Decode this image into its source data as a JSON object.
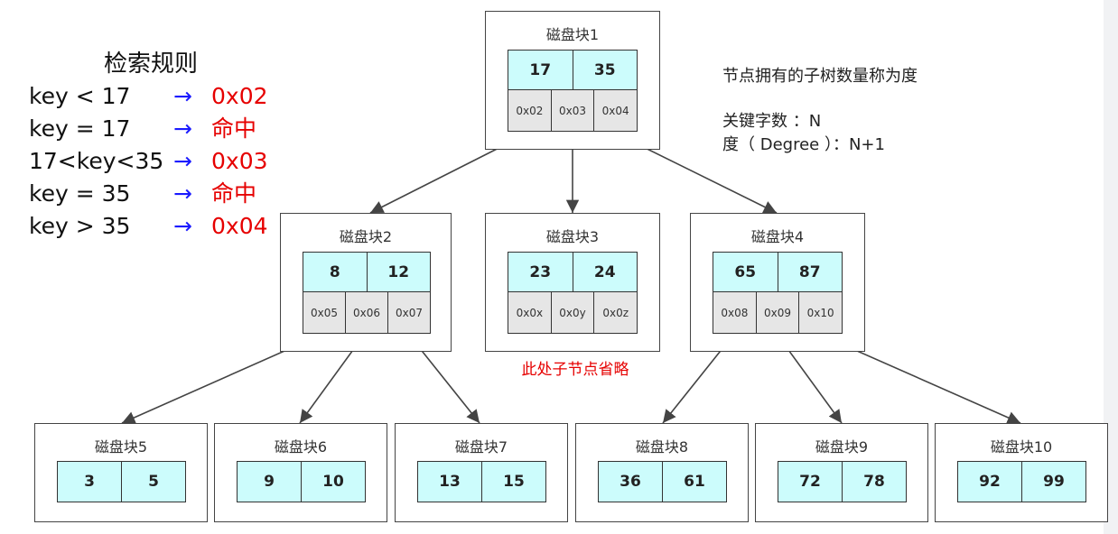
{
  "rules": {
    "title": "检索规则",
    "items": [
      {
        "cond": "key < 17",
        "arrow": "→",
        "result": "0x02"
      },
      {
        "cond": "key = 17",
        "arrow": "→",
        "result": "命中"
      },
      {
        "cond": "17<key<35",
        "arrow": "→",
        "result": "0x03"
      },
      {
        "cond": "key = 35",
        "arrow": "→",
        "result": "命中"
      },
      {
        "cond": "key > 35",
        "arrow": "→",
        "result": "0x04"
      }
    ]
  },
  "info": {
    "line1": "节点拥有的子树数量称为度",
    "line2": "关键字数 ：N",
    "line3": "度（ Degree ）：N+1"
  },
  "blocks": {
    "b1": {
      "title": "磁盘块1",
      "keys": [
        "17",
        "35"
      ],
      "ptrs": [
        "0x02",
        "0x03",
        "0x04"
      ]
    },
    "b2": {
      "title": "磁盘块2",
      "keys": [
        "8",
        "12"
      ],
      "ptrs": [
        "0x05",
        "0x06",
        "0x07"
      ]
    },
    "b3": {
      "title": "磁盘块3",
      "keys": [
        "23",
        "24"
      ],
      "ptrs": [
        "0x0x",
        "0x0y",
        "0x0z"
      ]
    },
    "b4": {
      "title": "磁盘块4",
      "keys": [
        "65",
        "87"
      ],
      "ptrs": [
        "0x08",
        "0x09",
        "0x10"
      ]
    },
    "b5": {
      "title": "磁盘块5",
      "keys": [
        "3",
        "5"
      ]
    },
    "b6": {
      "title": "磁盘块6",
      "keys": [
        "9",
        "10"
      ]
    },
    "b7": {
      "title": "磁盘块7",
      "keys": [
        "13",
        "15"
      ]
    },
    "b8": {
      "title": "磁盘块8",
      "keys": [
        "36",
        "61"
      ]
    },
    "b9": {
      "title": "磁盘块9",
      "keys": [
        "72",
        "78"
      ]
    },
    "b10": {
      "title": "磁盘块10",
      "keys": [
        "92",
        "99"
      ]
    }
  },
  "note": "此处子节点省略",
  "colors": {
    "key_fill": "#ccfcfc",
    "pointer_fill": "#e6e6e6",
    "arrow_text": "#1a1aff",
    "highlight_text": "#e60000"
  }
}
